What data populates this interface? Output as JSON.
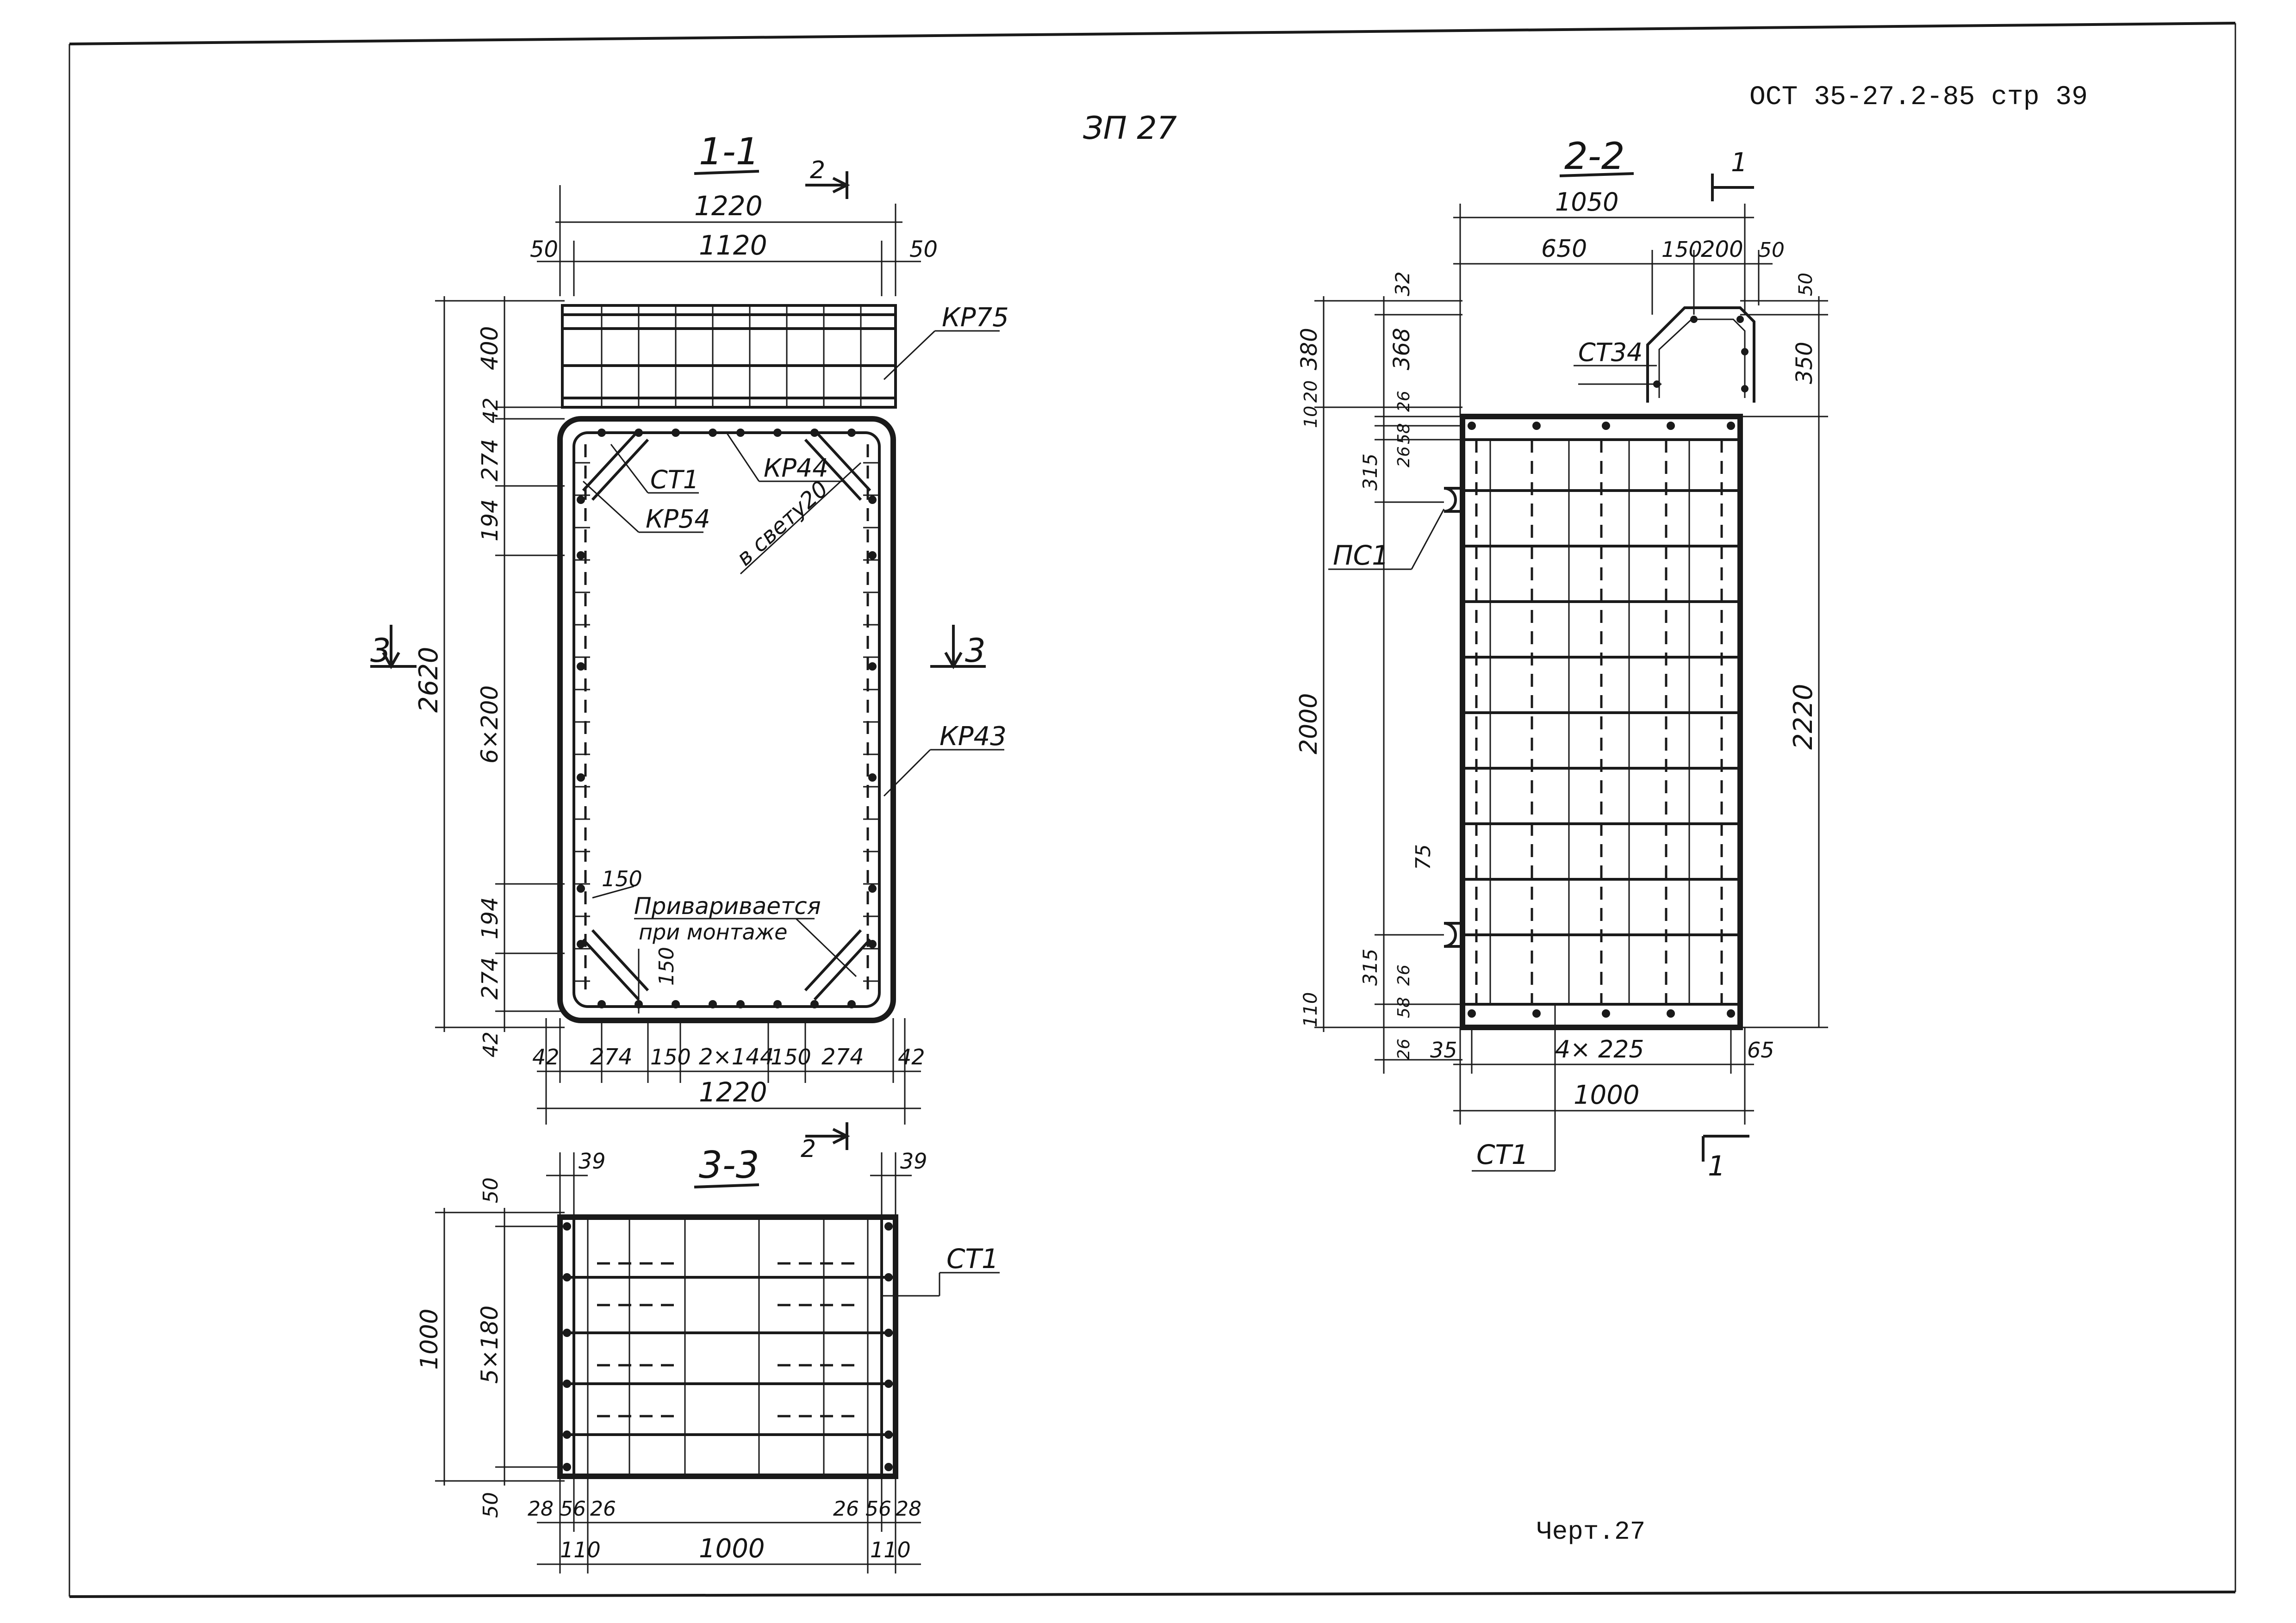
{
  "header": {
    "doc_ref": "ОСТ 35-27.2-85 стр 39",
    "drawing_title": "ЗП 27",
    "sheet_label": "Черт.27"
  },
  "section_1_1": {
    "title": "1-1",
    "cut_mark": "2",
    "cut_mark_3": "3",
    "top_dims": {
      "overall": "1220",
      "inner": "1120",
      "left": "50",
      "right": "50"
    },
    "bottom_dims": [
      "42",
      "274",
      "150",
      "2×144",
      "150",
      "274",
      "42"
    ],
    "bottom_overall": "1220",
    "left_dims": [
      "400",
      "42",
      "274",
      "194",
      "6×200",
      "194",
      "274",
      "42"
    ],
    "left_overall": "2620",
    "labels": {
      "kr75": "КР75",
      "kr44": "КР44",
      "st1": "СТ1",
      "kr54": "КР54",
      "kr43": "КР43",
      "v_svetu": "в свету20",
      "note_dim": "150",
      "note_line1": "Привариваетcя",
      "note_line2": "при монтаже",
      "corner_dim": "150"
    }
  },
  "section_2_2": {
    "title": "2-2",
    "cut_mark": "1",
    "top_dims": {
      "overall": "1050",
      "d650": "650",
      "d150": "150",
      "d200": "200",
      "d50": "50"
    },
    "left_dims": [
      "32",
      "380",
      "368",
      "10",
      "20",
      "26",
      "58",
      "26",
      "315",
      "2000",
      "75",
      "315",
      "26",
      "58",
      "110",
      "26"
    ],
    "right_dims": [
      "50",
      "350",
      "2220"
    ],
    "bottom_dims": [
      "35",
      "4× 225",
      "65"
    ],
    "bottom_overall": "1000",
    "labels": {
      "st34": "СТ34",
      "ps1": "ПС1",
      "st1": "СТ1"
    }
  },
  "section_3_3": {
    "title": "3-3",
    "top_dims": [
      "39",
      "39"
    ],
    "left_dims": [
      "50",
      "1000",
      "5×180",
      "50"
    ],
    "bottom_dims": [
      "28",
      "56",
      "26",
      "26",
      "56",
      "28"
    ],
    "bottom_row": [
      "110",
      "1000",
      "110"
    ],
    "labels": {
      "st1": "СТ1"
    }
  },
  "colors": {
    "ink": "#1a1a1a",
    "paper": "#ffffff"
  }
}
